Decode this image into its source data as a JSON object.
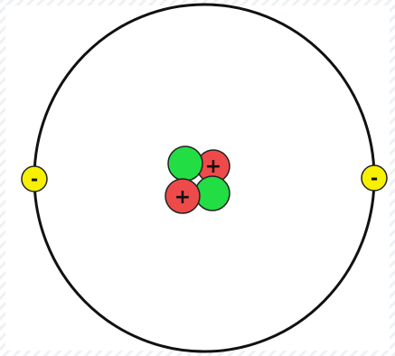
{
  "colors": {
    "background": "#ffffff",
    "border_stripes": "#eef1f4",
    "orbit": "#111111",
    "proton_fill": "#ef4a4a",
    "neutron_fill": "#22dd44",
    "particle_outline": "#222222",
    "electron_fill": "#f7f000"
  },
  "diagram": {
    "electron_symbol": "-",
    "proton_symbol": "+",
    "icons": {
      "orbit": "orbit-ring",
      "proton": "proton-ball",
      "neutron": "neutron-ball",
      "electron": "electron-ball"
    },
    "counts": {
      "protons": 2,
      "neutrons": 2,
      "electrons": 2
    }
  }
}
